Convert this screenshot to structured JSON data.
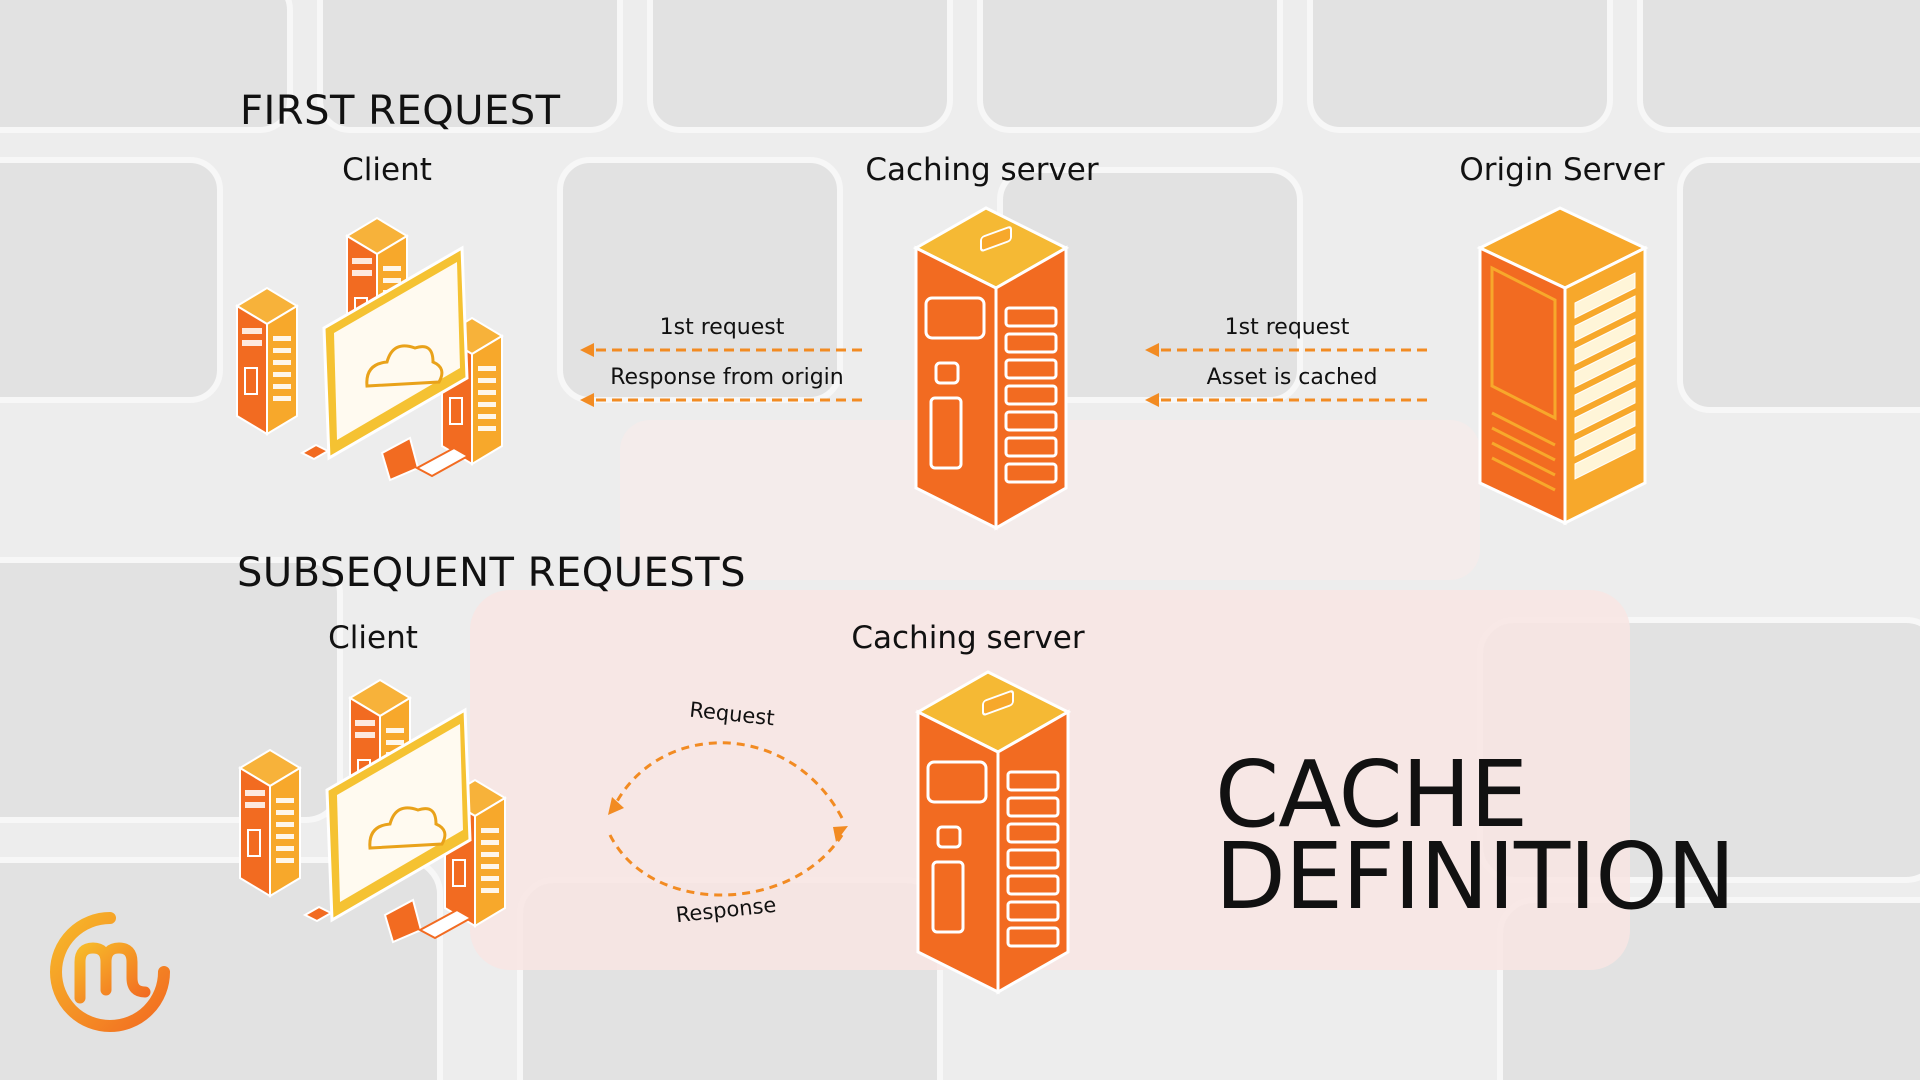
{
  "first": {
    "title": "FIRST REQUEST",
    "labels": {
      "client": "Client",
      "caching": "Caching server",
      "origin": "Origin Server"
    },
    "left_arrows": [
      "1st request",
      "Response from origin"
    ],
    "right_arrows": [
      "1st request",
      "Asset is cached"
    ]
  },
  "subsequent": {
    "title": "SUBSEQUENT REQUESTS",
    "labels": {
      "client": "Client",
      "caching": "Caching server"
    },
    "loop": {
      "top": "Request",
      "bottom": "Response"
    }
  },
  "headline": {
    "line1": "CACHE",
    "line2": "DEFINITION"
  },
  "colors": {
    "orange": "#f26b21",
    "orange_light": "#f7a82b",
    "yellow": "#f5c232",
    "arrow": "#f28b22",
    "text": "#111111"
  },
  "icons": [
    "client-cluster-icon",
    "caching-server-icon",
    "origin-server-icon",
    "brand-logo-icon"
  ]
}
